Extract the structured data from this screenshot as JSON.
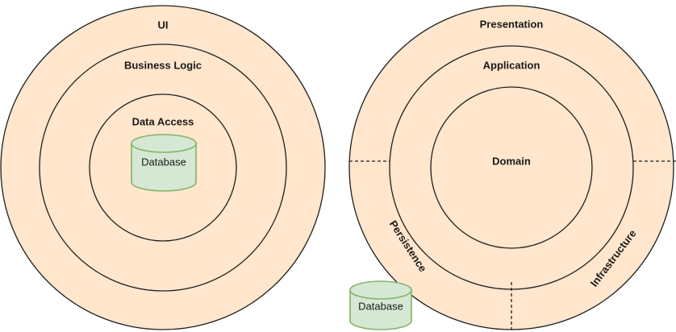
{
  "diagram": {
    "type": "architecture-comparison",
    "background_color": "#ffffff",
    "ring_fill_color": "#ffe6cc",
    "ring_stroke_color": "#1f1f1f",
    "database_fill_color": "#d5e8d4",
    "database_stroke_color": "#82b366",
    "left_diagram": {
      "name": "layered-architecture",
      "rings": [
        {
          "label": "UI",
          "level": 1
        },
        {
          "label": "Business Logic",
          "level": 2
        },
        {
          "label": "Data Access",
          "level": 3
        }
      ],
      "database": {
        "label": "Database",
        "location": "inside-inner-ring"
      }
    },
    "right_diagram": {
      "name": "onion-architecture",
      "rings": [
        {
          "label": "Presentation",
          "level": 1
        },
        {
          "label": "Application",
          "level": 2
        },
        {
          "label": "Domain",
          "level": 3
        }
      ],
      "outer_segments": [
        {
          "label": "Persistence",
          "position": "lower-left"
        },
        {
          "label": "Infrastructure",
          "position": "lower-right"
        }
      ],
      "database": {
        "label": "Database",
        "location": "outside-rings-bottom-left"
      },
      "segment_dividers": 3
    }
  }
}
